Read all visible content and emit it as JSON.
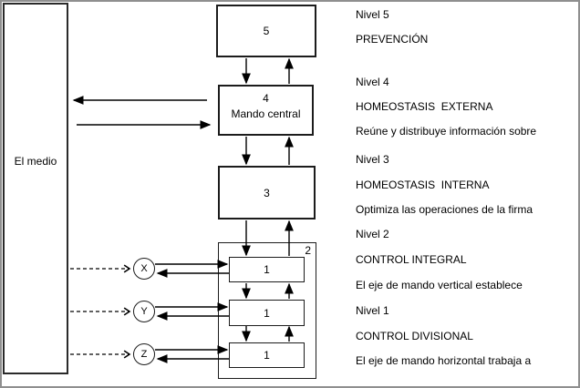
{
  "colors": {
    "line": "#000000",
    "frame": "#8f8f8f",
    "background": "#ffffff"
  },
  "environment_box": {
    "label": "El medio"
  },
  "boxes": {
    "level5": {
      "number": "5"
    },
    "level4": {
      "number": "4",
      "label": "Mando central"
    },
    "level3": {
      "number": "3"
    },
    "level2_container": {
      "number": "2"
    },
    "division_top": {
      "number": "1"
    },
    "division_middle": {
      "number": "1"
    },
    "division_bottom": {
      "number": "1"
    }
  },
  "circles": {
    "x": {
      "label": "X"
    },
    "y": {
      "label": "Y"
    },
    "z": {
      "label": "Z"
    }
  },
  "right_annotations": [
    "Nivel 5",
    "PREVENCIÓN",
    "Nivel 4",
    "HOMEOSTASIS  EXTERNA",
    "Reúne y distribuye información sobre",
    "Nivel 3",
    "HOMEOSTASIS  INTERNA",
    "Optimiza las operaciones de la firma",
    "Nivel 2",
    "CONTROL INTEGRAL",
    "El eje de mando vertical establece",
    "Nivel 1",
    "CONTROL DIVISIONAL",
    "El eje de mando horizontal trabaja a"
  ]
}
